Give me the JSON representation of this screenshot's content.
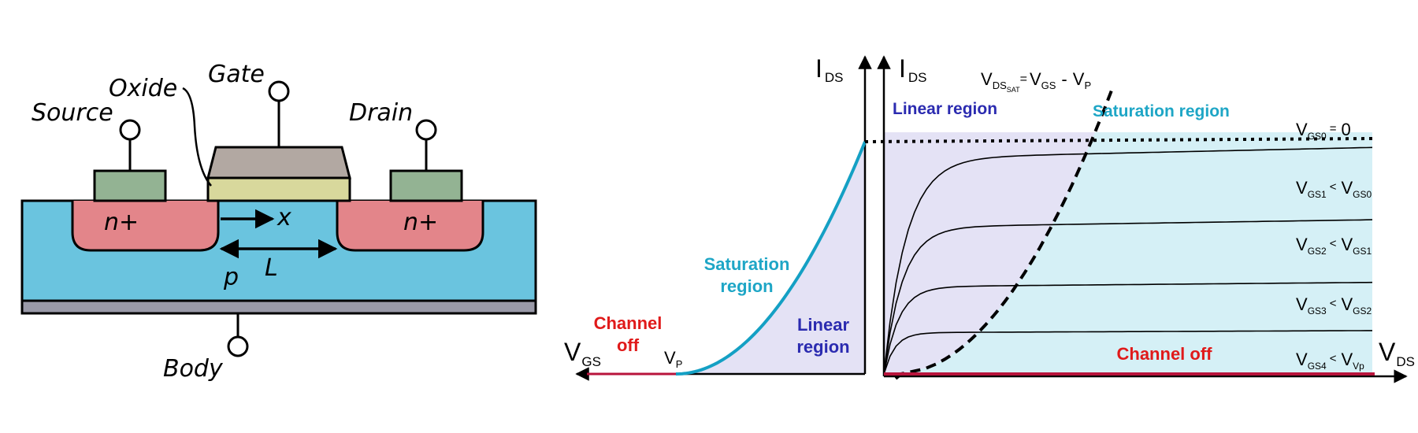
{
  "colors": {
    "substrate": "#6ac4df",
    "n_plus": "#e3858a",
    "contact": "#93b393",
    "oxide": "#d8d89c",
    "gate": "#b2a8a2",
    "body_strip": "#9a9aa8",
    "saturation_fill": "#d5f0f6",
    "linear_fill": "#e4e2f5",
    "saturation_text": "#1ea6c6",
    "linear_text": "#2b2bb0",
    "channel_off": "#e01a1a",
    "channel_off_line": "#b8143c",
    "transfer_curve": "#14a0c4"
  },
  "mosfet": {
    "source_label": "Source",
    "oxide_label": "Oxide",
    "gate_label": "Gate",
    "drain_label": "Drain",
    "body_label": "Body",
    "n_left": "n+",
    "n_right": "n+",
    "x_label": "x",
    "l_label": "L",
    "p_label": "p"
  },
  "transfer": {
    "type": "line",
    "y_axis": {
      "main": "I",
      "sub": "DS"
    },
    "x_axis": {
      "main": "V",
      "sub": "GS"
    },
    "vp": {
      "main": "V",
      "sub": "P"
    },
    "saturation_region": [
      "Saturation",
      "region"
    ],
    "linear_region": [
      "Linear",
      "region"
    ],
    "channel_off": [
      "Channel",
      "off"
    ],
    "curve": {
      "vgs": [
        -1.0,
        -0.8,
        -0.6,
        -0.4,
        -0.2,
        0.0
      ],
      "ids": [
        0.0,
        0.04,
        0.16,
        0.36,
        0.64,
        1.0
      ]
    }
  },
  "output": {
    "type": "line",
    "y_axis": {
      "main": "I",
      "sub": "DS"
    },
    "x_axis": {
      "main": "V",
      "sub": "DS"
    },
    "boundary": {
      "a": "V",
      "a_sub": "DS",
      "a_subsub": "SAT",
      "eq": "=",
      "b": "V",
      "b_sub": "GS",
      "minus": "-",
      "c": "V",
      "c_sub": "P"
    },
    "linear_region": "Linear region",
    "saturation_region": "Saturation region",
    "channel_off": "Channel off",
    "curve_labels": [
      {
        "a": "V",
        "a_sub": "GS0",
        "rel": "=",
        "b": "0",
        "b_sub": ""
      },
      {
        "a": "V",
        "a_sub": "GS1",
        "rel": "<",
        "b": "V",
        "b_sub": "GS0"
      },
      {
        "a": "V",
        "a_sub": "GS2",
        "rel": "<",
        "b": "V",
        "b_sub": "GS1"
      },
      {
        "a": "V",
        "a_sub": "GS3",
        "rel": "<",
        "b": "V",
        "b_sub": "GS2"
      },
      {
        "a": "V",
        "a_sub": "GS4",
        "rel": "<",
        "b": "V",
        "b_sub": "Vp"
      }
    ],
    "curves": [
      {
        "ids_sat": 0.94,
        "slope": 0.05
      },
      {
        "ids_sat": 0.64,
        "slope": 0.05
      },
      {
        "ids_sat": 0.38,
        "slope": 0.05
      },
      {
        "ids_sat": 0.18,
        "slope": 0.05
      },
      {
        "ids_sat": 0.0,
        "slope": 0.0
      }
    ]
  }
}
